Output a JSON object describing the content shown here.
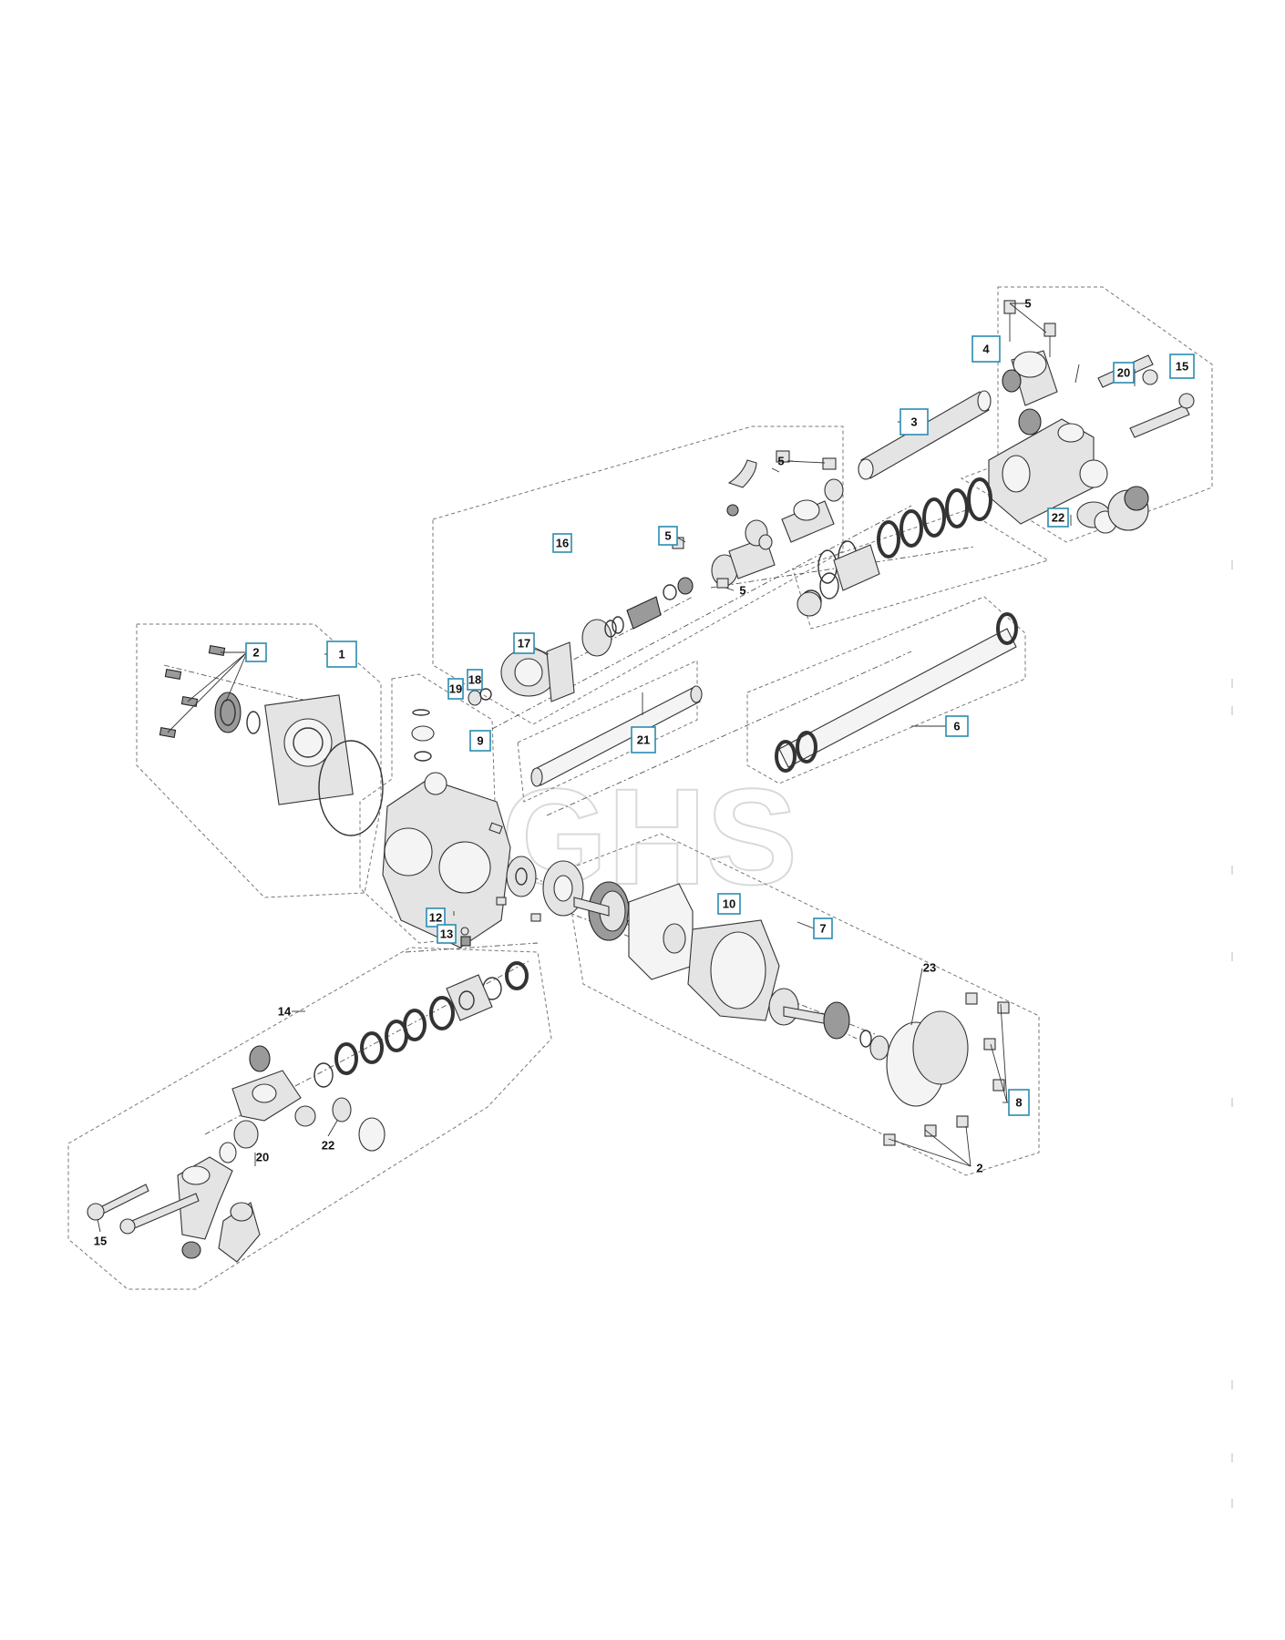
{
  "watermark": "GHS",
  "callouts": [
    {
      "id": "c1",
      "label": "1"
    },
    {
      "id": "c2",
      "label": "2"
    },
    {
      "id": "c3",
      "label": "3"
    },
    {
      "id": "c4",
      "label": "4"
    },
    {
      "id": "c5a",
      "label": "5"
    },
    {
      "id": "c5b",
      "label": "5"
    },
    {
      "id": "c5c",
      "label": "5"
    },
    {
      "id": "c5d",
      "label": "5"
    },
    {
      "id": "c6",
      "label": "6"
    },
    {
      "id": "c7",
      "label": "7"
    },
    {
      "id": "c8",
      "label": "8"
    },
    {
      "id": "c9",
      "label": "9"
    },
    {
      "id": "c10",
      "label": "10"
    },
    {
      "id": "c12",
      "label": "12"
    },
    {
      "id": "c13",
      "label": "13"
    },
    {
      "id": "c14",
      "label": "14"
    },
    {
      "id": "c15a",
      "label": "15"
    },
    {
      "id": "c15b",
      "label": "15"
    },
    {
      "id": "c16",
      "label": "16"
    },
    {
      "id": "c17",
      "label": "17"
    },
    {
      "id": "c18",
      "label": "18"
    },
    {
      "id": "c19",
      "label": "19"
    },
    {
      "id": "c20a",
      "label": "20"
    },
    {
      "id": "c20b",
      "label": "20"
    },
    {
      "id": "c21",
      "label": "21"
    },
    {
      "id": "c22a",
      "label": "22"
    },
    {
      "id": "c22b",
      "label": "22"
    },
    {
      "id": "c23",
      "label": "23"
    },
    {
      "id": "c2b",
      "label": "2"
    }
  ]
}
